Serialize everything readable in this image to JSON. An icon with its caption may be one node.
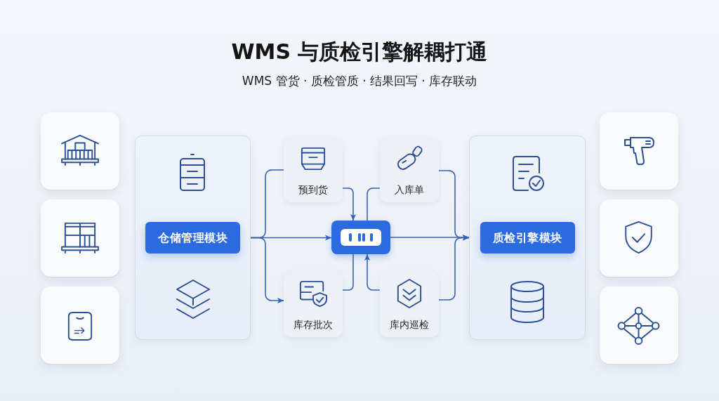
{
  "diagram": {
    "title": "WMS 与质检引擎解耦打通",
    "nodes": [
      {
        "text": [],
        "shape": "box"
      },
      {
        "text": [],
        "shape": "box"
      },
      {
        "text": [],
        "shape": "box"
      },
      {
        "text": [],
        "shape": "box"
      },
      {
        "text": [
          "仓储管理模块"
        ],
        "in": 3
      },
      {
        "text": [
          "预到货"
        ]
      },
      {
        "text": [
          "入库单"
        ]
      },
      {
        "text": [],
        "shape": "box"
      },
      {
        "text": [
          "库存批次"
        ]
      },
      {
        "text": [
          "库内巡检"
        ]
      },
      {
        "text": [],
        "shape": "box"
      },
      {
        "text": [
          "质检引擎模块"
        ],
        "in": 10
      },
      {
        "text": [],
        "shape": "box"
      },
      {
        "text": [],
        "shape": "box"
      },
      {
        "text": [],
        "shape": "box"
      }
    ],
    "edges": [
      {
        "from": 3,
        "to": 5,
        "arrow": "none"
      },
      {
        "from": 3,
        "to": 7,
        "arrow": "to"
      },
      {
        "from": 3,
        "to": 8,
        "arrow": "to"
      },
      {
        "from": 5,
        "to": 7,
        "arrow": "to"
      },
      {
        "from": 7,
        "to": 6,
        "arrow": "none"
      },
      {
        "from": 7,
        "to": 8,
        "arrow": "none"
      },
      {
        "from": 9,
        "to": 7,
        "arrow": "to"
      },
      {
        "from": 7,
        "to": 10,
        "arrow": "to"
      },
      {
        "from": 6,
        "to": 10,
        "arrow": "to"
      },
      {
        "from": 9,
        "to": 10,
        "arrow": "to"
      }
    ],
    "labels": [
      "WMS 管货 · 质检管质 · 结果回写 · 库存联动"
    ]
  }
}
